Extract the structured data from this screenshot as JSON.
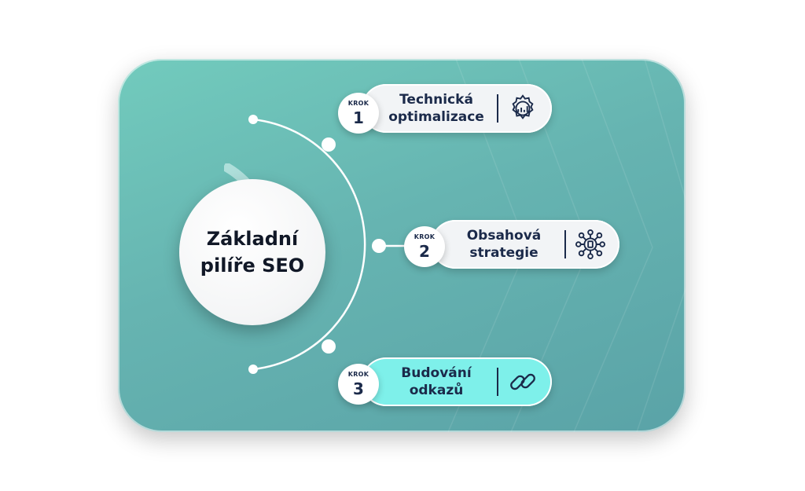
{
  "center": {
    "title_line1": "Základní",
    "title_line2": "pilíře SEO"
  },
  "steps": [
    {
      "badge_label": "KROK",
      "number": "1",
      "line1": "Technická",
      "line2": "optimalizace",
      "icon": "gear-chart-icon"
    },
    {
      "badge_label": "KROK",
      "number": "2",
      "line1": "Obsahová",
      "line2": "strategie",
      "icon": "content-network-icon"
    },
    {
      "badge_label": "KROK",
      "number": "3",
      "line1": "Budování",
      "line2": "odkazů",
      "icon": "chain-link-icon"
    }
  ],
  "colors": {
    "card_top": "#72cbbd",
    "card_bottom": "#5aa3a7",
    "text_dark": "#1b2a4a",
    "pill": "#f2f4f6",
    "pill_accent": "#7ef0ea"
  }
}
